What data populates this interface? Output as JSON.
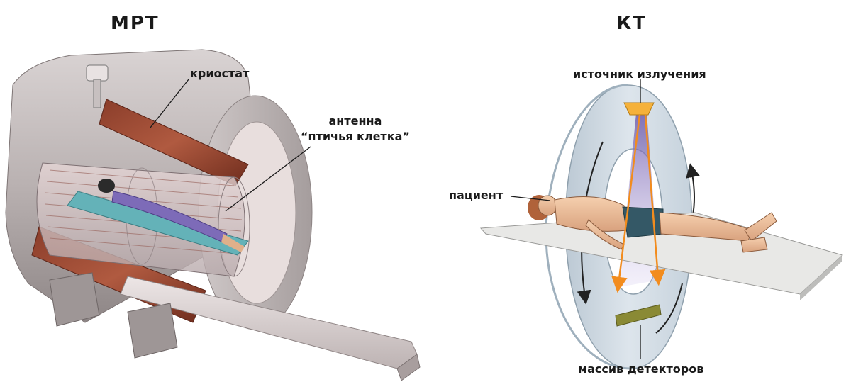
{
  "mri": {
    "title": "МРТ",
    "labels": {
      "cryostat": "криостат",
      "antenna_line1": "антенна",
      "antenna_line2": "“птичья клетка”"
    }
  },
  "ct": {
    "title": "КТ",
    "labels": {
      "source": "источник излучения",
      "patient": "пациент",
      "detectors": "массив детекторов"
    }
  }
}
